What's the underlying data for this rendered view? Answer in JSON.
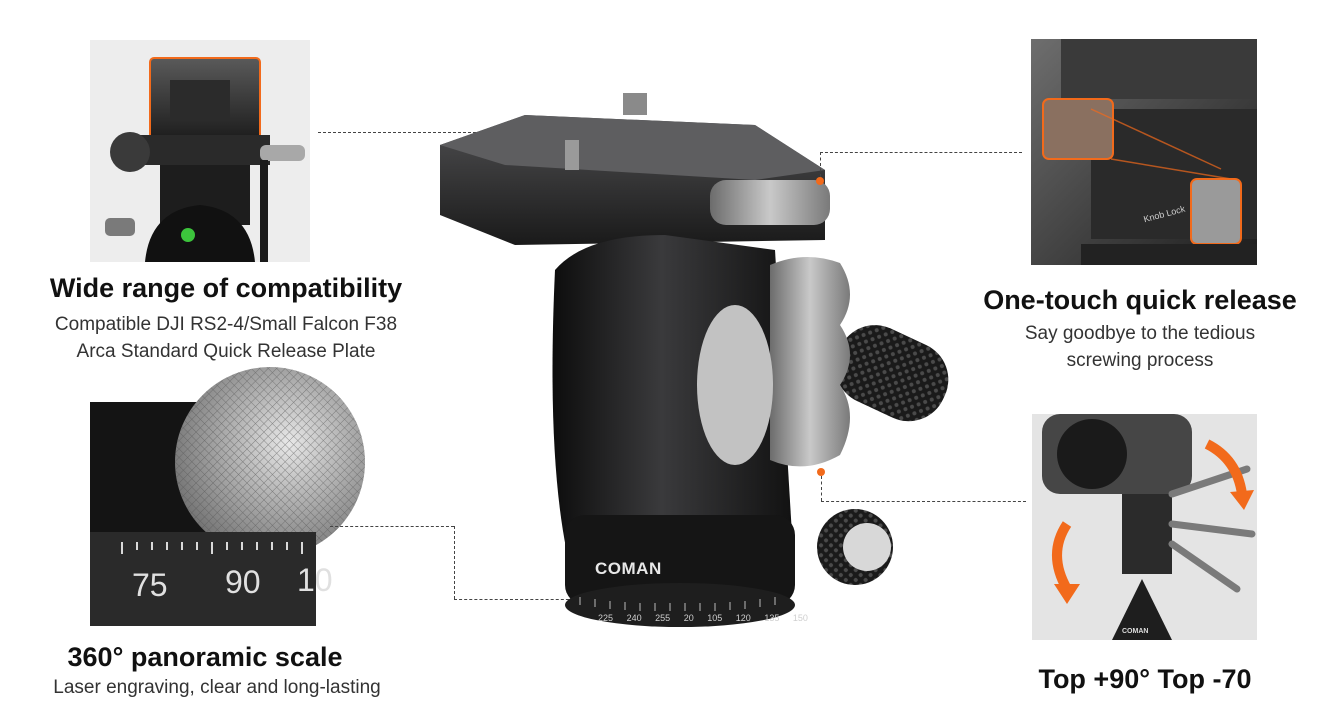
{
  "features": {
    "compat": {
      "title": "Wide range of compatibility",
      "line1": "Compatible DJI RS2-4/Small Falcon F38",
      "line2": "Arca Standard Quick Release Plate"
    },
    "release": {
      "title": "One-touch quick release",
      "line1": "Say goodbye to the tedious",
      "line2": "screwing process",
      "knob_text": "Knob Lock"
    },
    "scale": {
      "title": "360° panoramic scale",
      "line1": "Laser engraving, clear and long-lasting",
      "ticks": [
        "75",
        "90",
        "10"
      ]
    },
    "tilt": {
      "title": "Top +90° Top -70",
      "brand_small": "COMAN"
    }
  },
  "product": {
    "brand": "COMAN",
    "scale_numbers": [
      "225",
      "240",
      "255",
      "20",
      "105",
      "120",
      "135",
      "150"
    ]
  },
  "colors": {
    "accent": "#f26a1b",
    "metal_dark": "#1c1c1e",
    "metal_light": "#bdbdbd"
  }
}
